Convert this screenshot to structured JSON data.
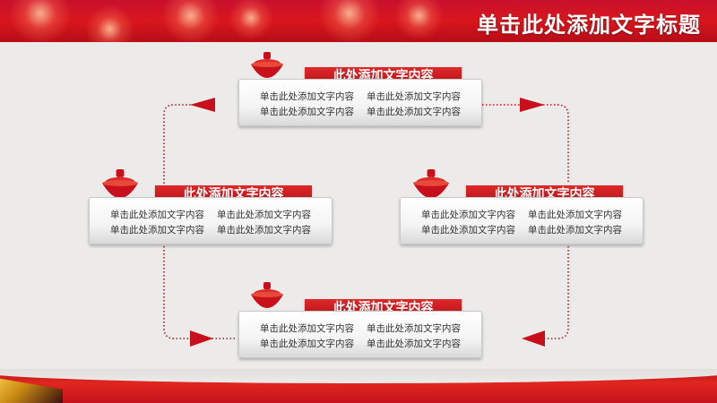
{
  "header": {
    "title": "单击此处添加文字标题"
  },
  "nodes": [
    {
      "heading": "此处添加文字内容",
      "lines": [
        [
          "单击此处添加文字内容",
          "单击此处添加文字内容"
        ],
        [
          "单击此处添加文字内容",
          "单击此处添加文字内容"
        ]
      ]
    },
    {
      "heading": "此处添加文字内容",
      "lines": [
        [
          "单击此处添加文字内容",
          "单击此处添加文字内容"
        ],
        [
          "单击此处添加文字内容",
          "单击此处添加文字内容"
        ]
      ]
    },
    {
      "heading": "此处添加文字内容",
      "lines": [
        [
          "单击此处添加文字内容",
          "单击此处添加文字内容"
        ],
        [
          "单击此处添加文字内容",
          "单击此处添加文字内容"
        ]
      ]
    },
    {
      "heading": "此处添加文字内容",
      "lines": [
        [
          "单击此处添加文字内容",
          "单击此处添加文字内容"
        ],
        [
          "单击此处添加文字内容",
          "单击此处添加文字内容"
        ]
      ]
    }
  ],
  "colors": {
    "accent": "#d01a20",
    "connector": "#c0101a",
    "background": "#ecebea"
  },
  "icons": {
    "node": "lantern-icon",
    "arrow": "triangle-arrow-icon"
  }
}
